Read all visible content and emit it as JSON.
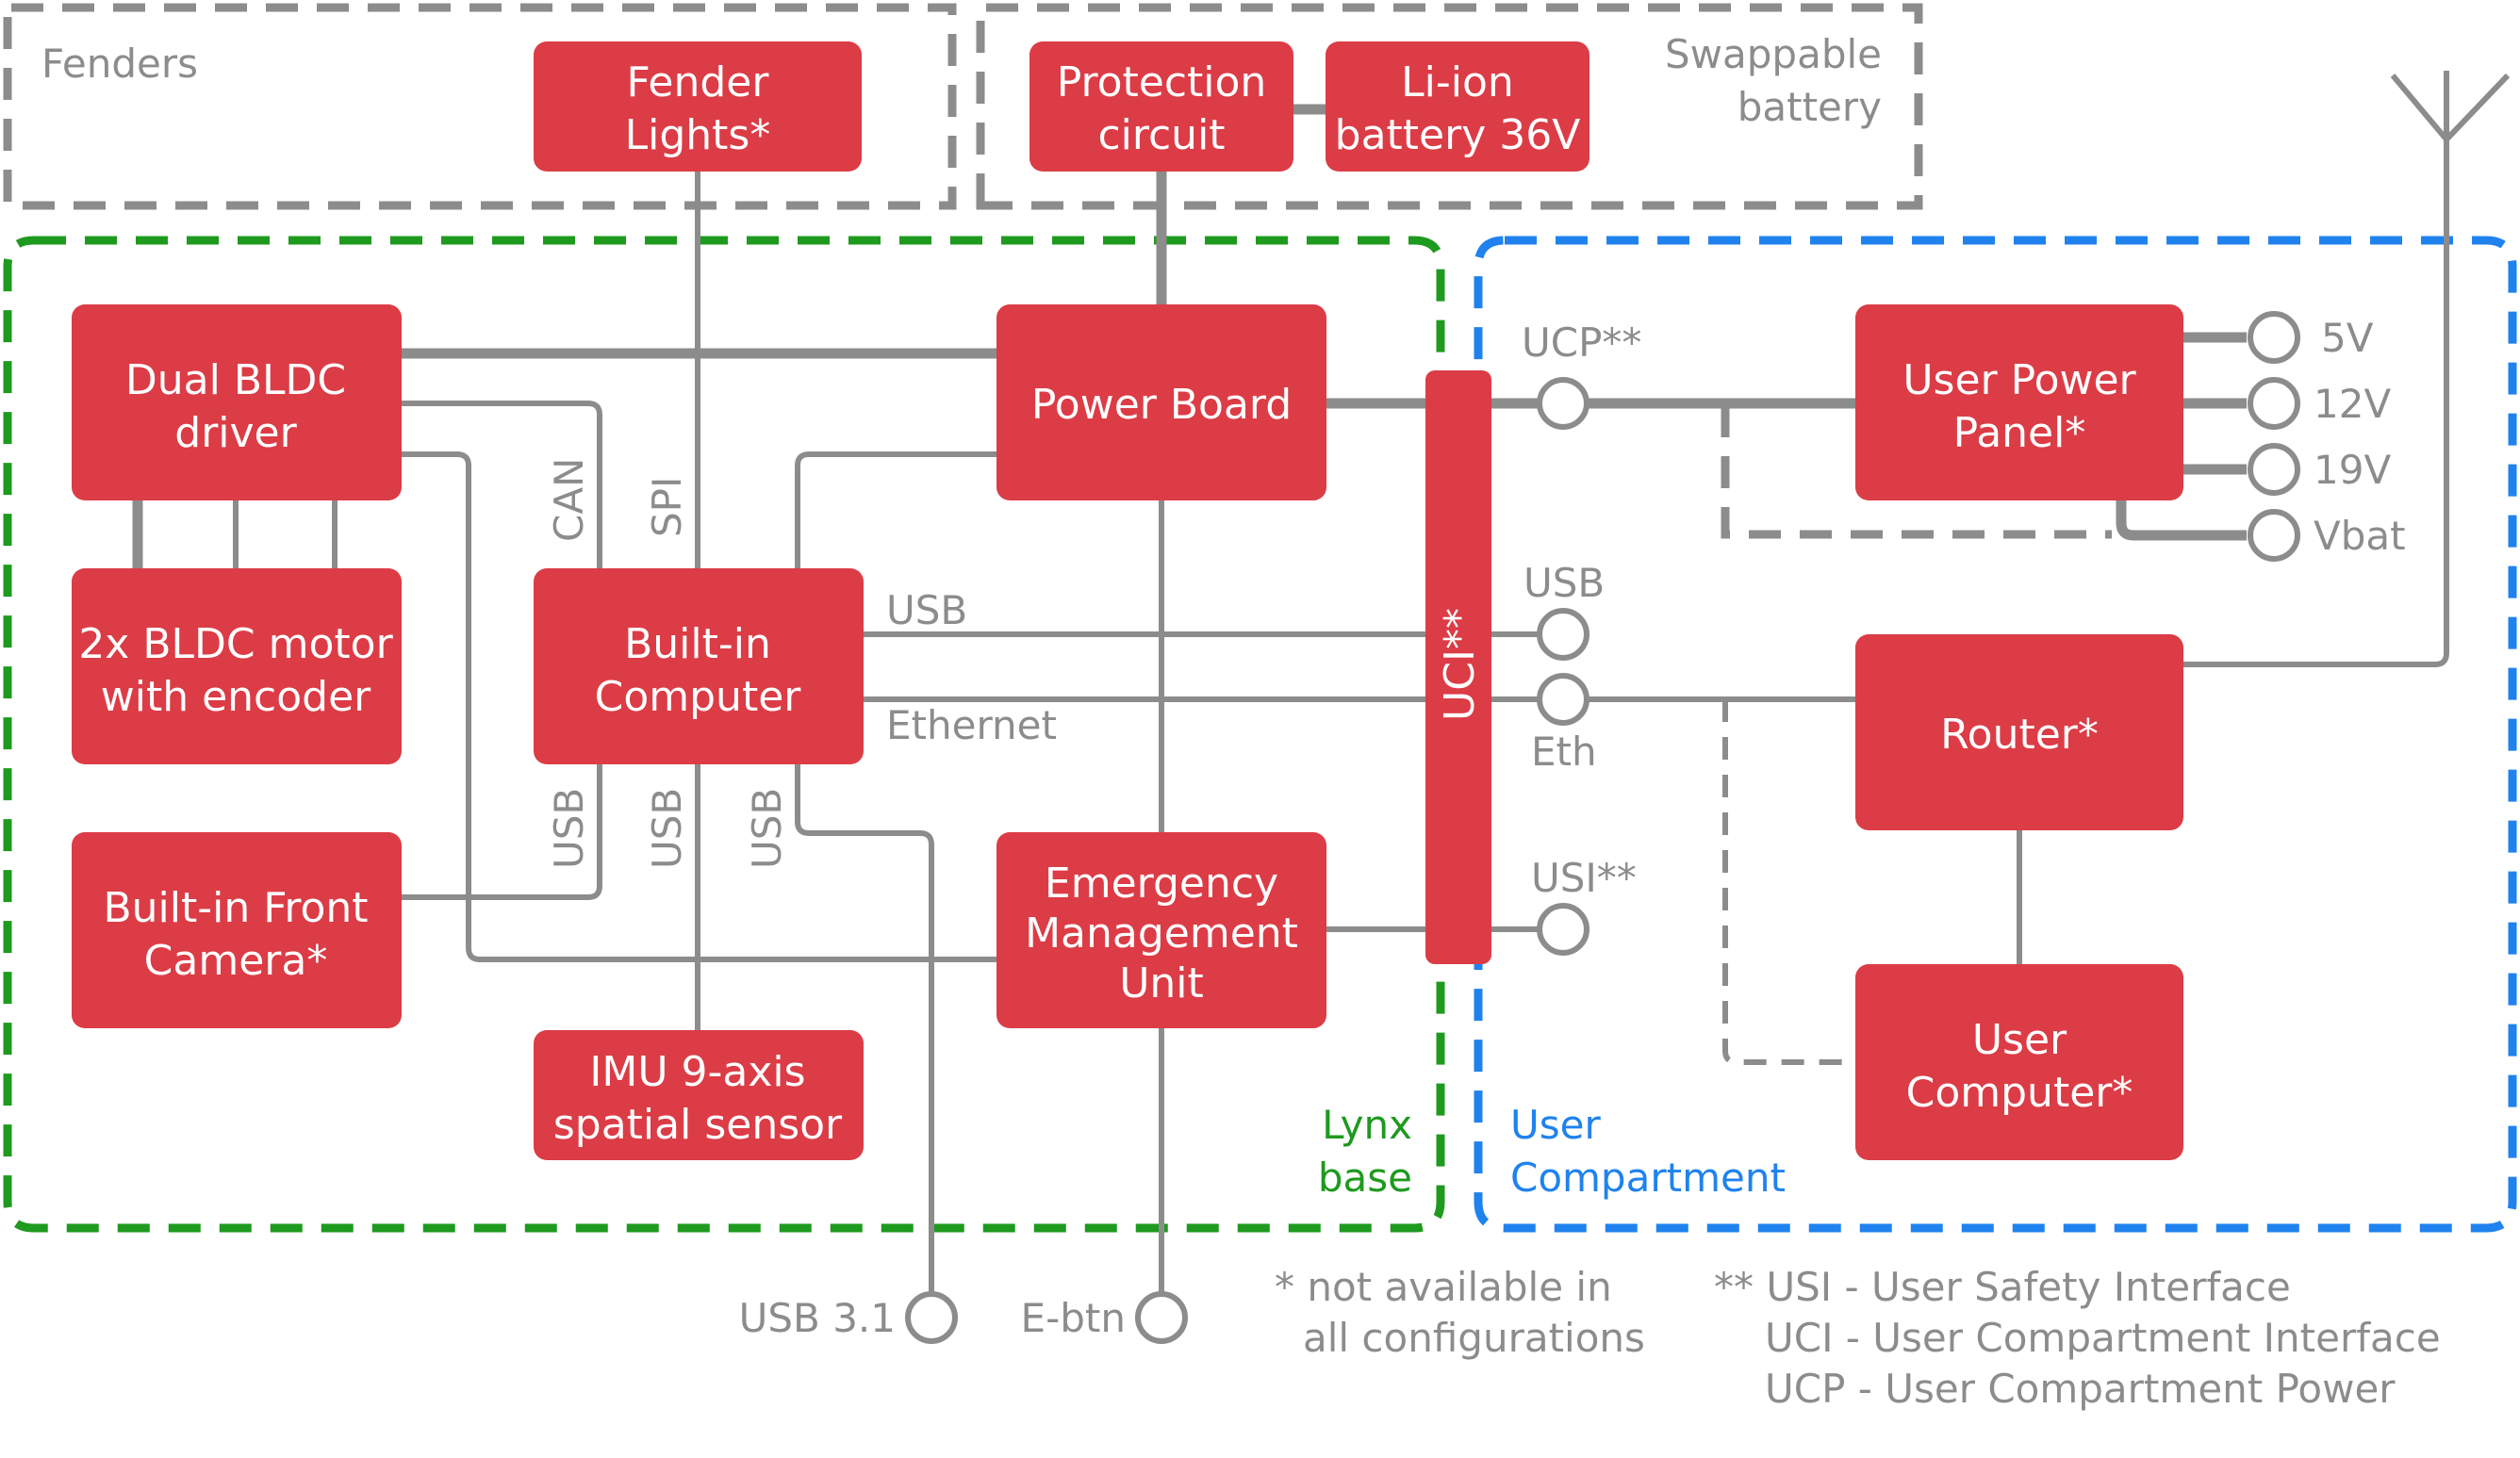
{
  "regions": {
    "fenders": "Fenders",
    "swappable_line1": "Swappable",
    "swappable_line2": "battery",
    "lynx_line1": "Lynx",
    "lynx_line2": "base",
    "user_line1": "User",
    "user_line2": "Compartment"
  },
  "blocks": {
    "fender_lights": [
      "Fender",
      "Lights*"
    ],
    "protection": [
      "Protection",
      "circuit"
    ],
    "battery": [
      "Li-ion",
      "battery 36V"
    ],
    "dual_bldc": [
      "Dual BLDC",
      "driver"
    ],
    "power_board": [
      "Power Board"
    ],
    "motor": [
      "2x BLDC motor",
      "with encoder"
    ],
    "computer": [
      "Built-in",
      "Computer"
    ],
    "camera": [
      "Built-in Front",
      "Camera*"
    ],
    "emergency": [
      "Emergency",
      "Management",
      "Unit"
    ],
    "imu": [
      "IMU 9-axis",
      "spatial sensor"
    ],
    "uci_bar": "UCI**",
    "user_power": [
      "User Power",
      "Panel*"
    ],
    "router": [
      "Router*"
    ],
    "user_computer": [
      "User",
      "Computer*"
    ]
  },
  "labels": {
    "can": "CAN",
    "spi": "SPI",
    "usb_comp": "USB",
    "ethernet": "Ethernet",
    "usb_v1": "USB",
    "usb_v2": "USB",
    "usb_v3": "USB"
  },
  "ports": {
    "ucp": "UCP**",
    "usb": "USB",
    "eth": "Eth",
    "usi": "USI**",
    "v5": "5V",
    "v12": "12V",
    "v19": "19V",
    "vbat": "Vbat",
    "usb31": "USB 3.1",
    "ebtn": "E-btn"
  },
  "notes": {
    "star_line1": "* not available in",
    "star_line2": "all configurations",
    "dstar_line1": "** USI - User Safety Interface",
    "dstar_line2": "UCI - User Compartment Interface",
    "dstar_line3": "UCP - User Compartment Power"
  },
  "colors": {
    "block": "#dc3c46",
    "wire": "#8c8c8c",
    "lynx_base_border": "#1e9a1e",
    "user_compartment_border": "#1f82ee",
    "optional_border": "#8c8c8c"
  }
}
